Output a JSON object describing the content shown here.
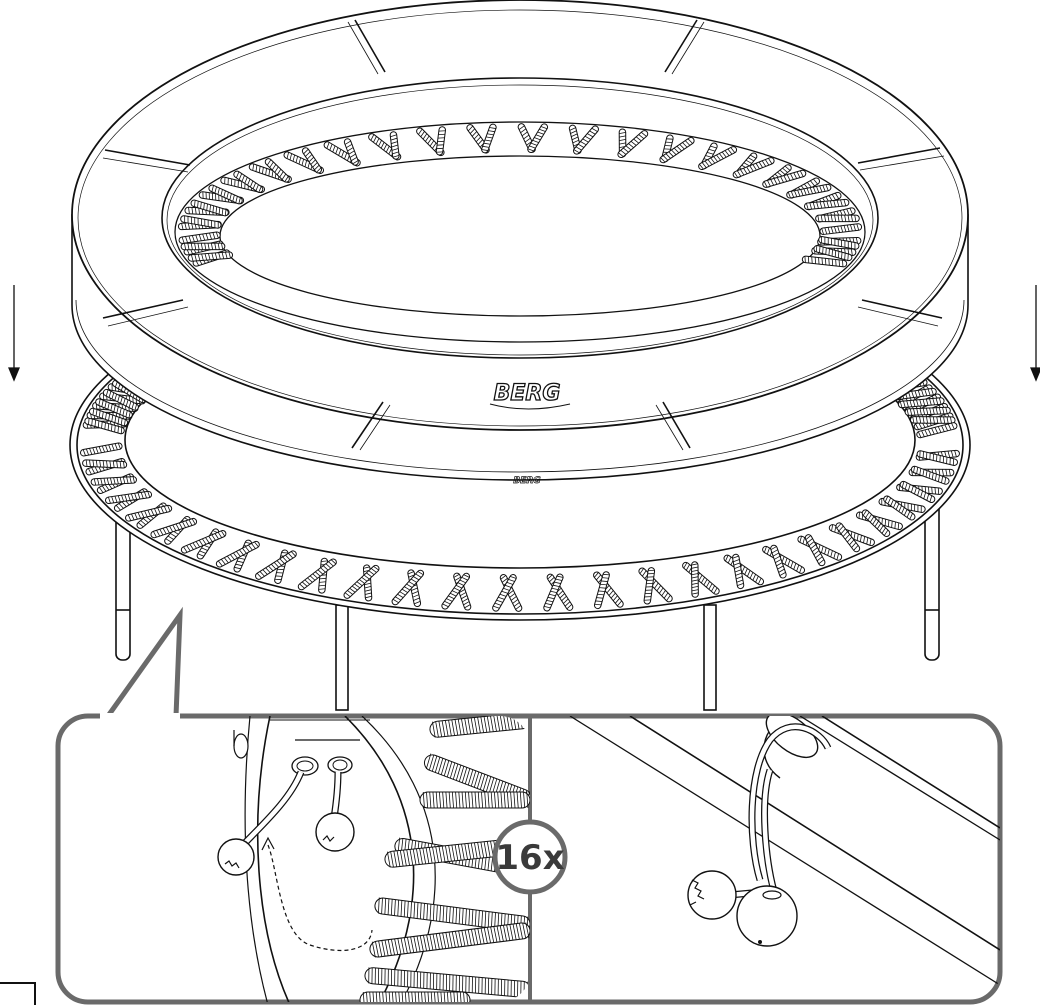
{
  "diagram": {
    "brand_logo": "BERG",
    "brand_logo_small": "BERG",
    "quantity_badge": "16x",
    "colors": {
      "line": "#111111",
      "callout_frame": "#6a6a6a",
      "badge_text": "#3a3a3a"
    },
    "icons": [
      "down-arrow-icon",
      "down-arrow-icon"
    ]
  }
}
